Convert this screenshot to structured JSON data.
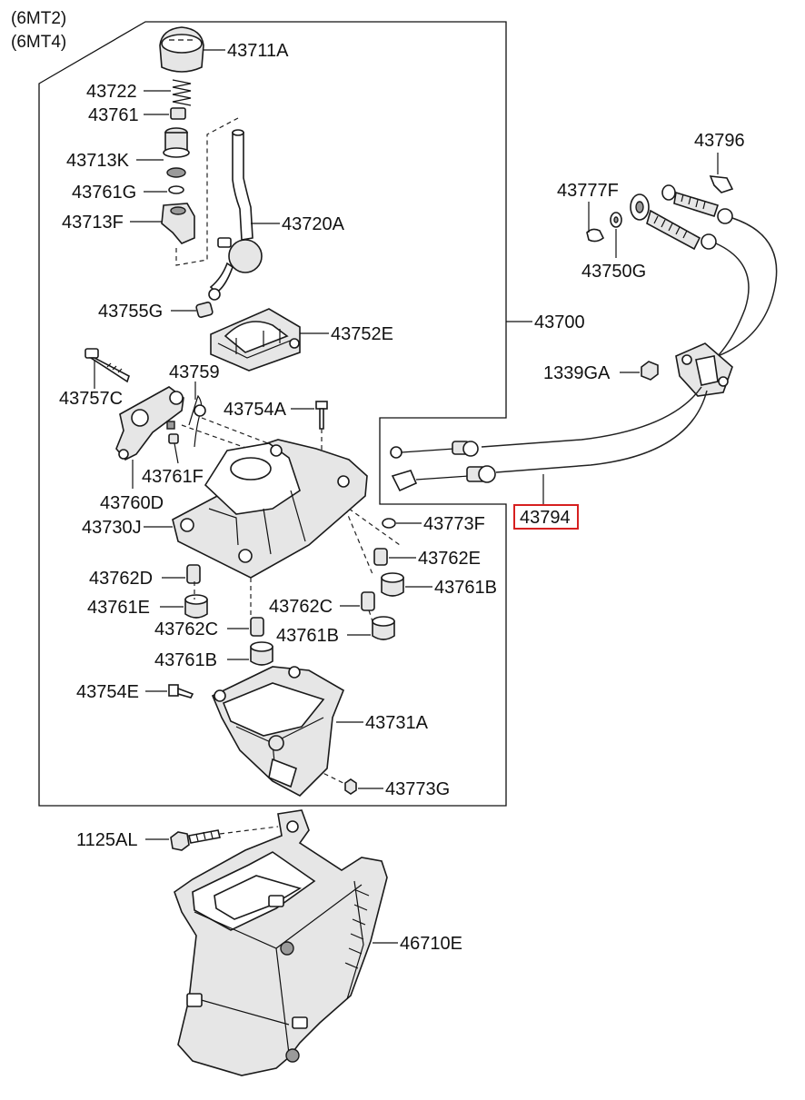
{
  "variant_labels": [
    "(6MT2)",
    "(6MT4)"
  ],
  "parts": {
    "p43711A": "43711A",
    "p43722": "43722",
    "p43761": "43761",
    "p43713K": "43713K",
    "p43761G": "43761G",
    "p43713F": "43713F",
    "p43720A": "43720A",
    "p43755G": "43755G",
    "p43752E": "43752E",
    "p43700": "43700",
    "p43759": "43759",
    "p43757C": "43757C",
    "p43754A": "43754A",
    "p43761F": "43761F",
    "p43760D": "43760D",
    "p43730J": "43730J",
    "p43773F": "43773F",
    "p43762E": "43762E",
    "p43762D": "43762D",
    "p43761B_a": "43761B",
    "p43761E": "43761E",
    "p43762C_a": "43762C",
    "p43762C_b": "43762C",
    "p43761B_b": "43761B",
    "p43761B_c": "43761B",
    "p43754E": "43754E",
    "p43731A": "43731A",
    "p43773G": "43773G",
    "p43796": "43796",
    "p43777F": "43777F",
    "p43750G": "43750G",
    "p1339GA": "1339GA",
    "p43794": "43794",
    "p1125AL": "1125AL",
    "p46710E": "46710E"
  },
  "highlighted_part": "43794",
  "colors": {
    "highlight": "#d62020",
    "line": "#111111"
  }
}
